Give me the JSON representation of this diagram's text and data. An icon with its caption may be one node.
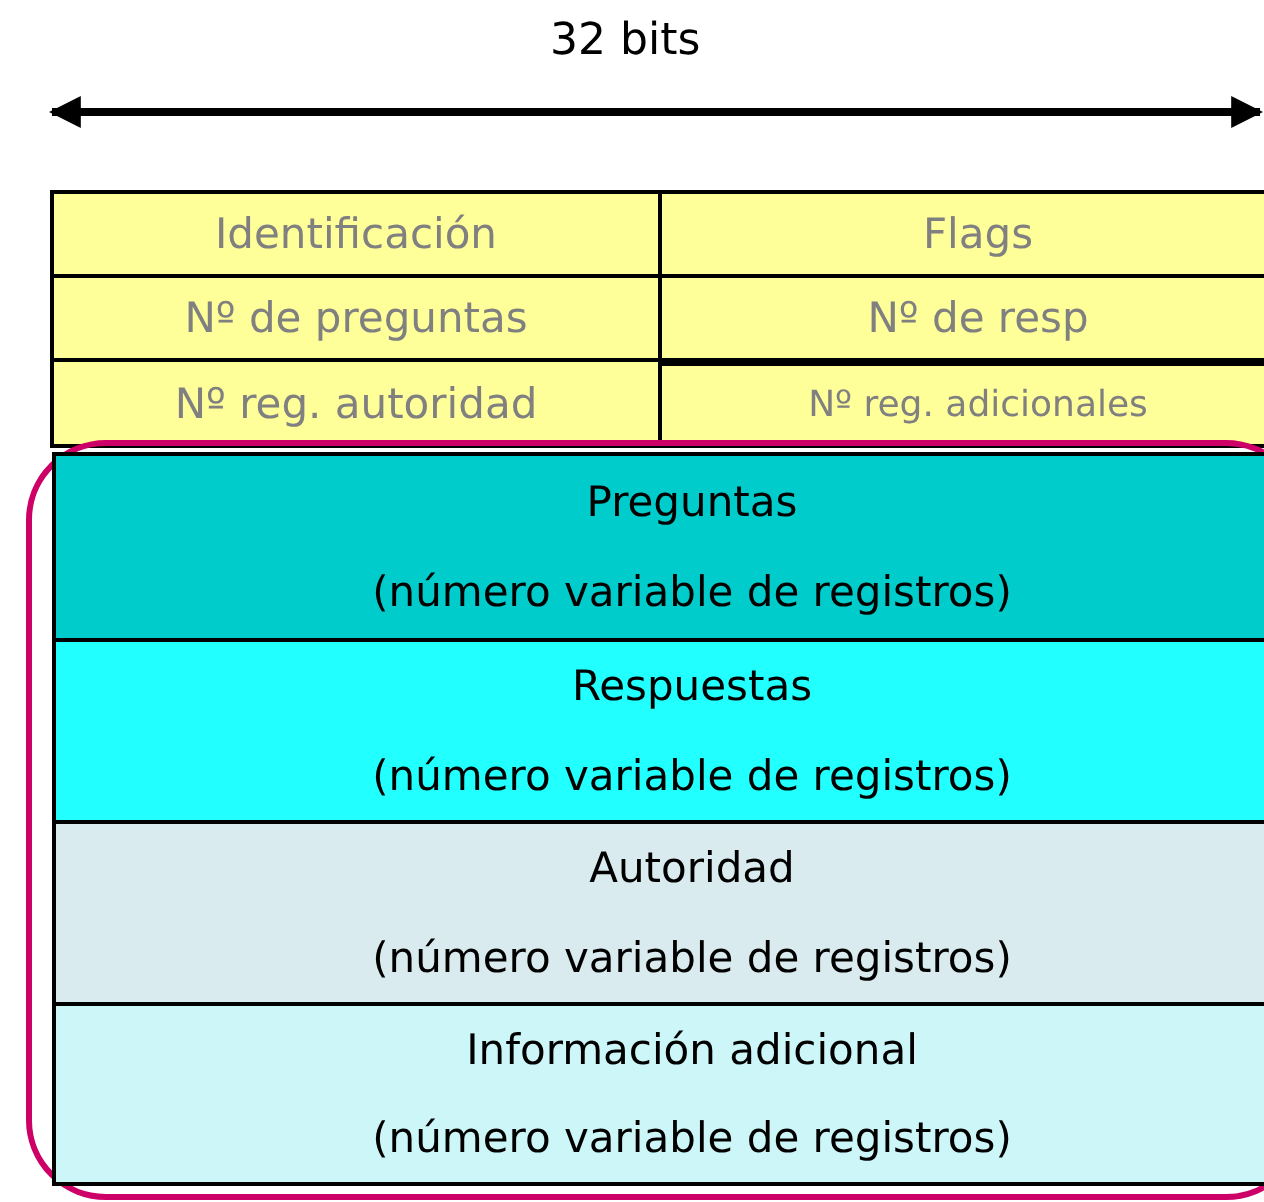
{
  "diagram": {
    "nodes": [
      {
        "text": [
          "Identificación"
        ]
      },
      {
        "text": [
          "Flags"
        ]
      },
      {
        "text": [
          "Nº de preguntas"
        ]
      },
      {
        "text": [
          "Nº de resp"
        ]
      },
      {
        "text": [
          "Nº reg. autoridad"
        ]
      },
      {
        "text": [
          "Nº reg. adicionales"
        ]
      },
      {
        "text": [],
        "shape": "box"
      },
      {
        "text": [
          "Preguntas",
          "(número variable de registros)"
        ],
        "in": 6
      },
      {
        "text": [
          "Respuestas",
          "(número variable de registros)"
        ],
        "in": 6
      },
      {
        "text": [
          "Autoridad",
          "(número variable de registros)"
        ],
        "in": 6
      },
      {
        "text": [
          "Información adicional",
          "(número variable de registros)"
        ],
        "in": 6
      }
    ],
    "labels": [
      "32 bits"
    ]
  }
}
